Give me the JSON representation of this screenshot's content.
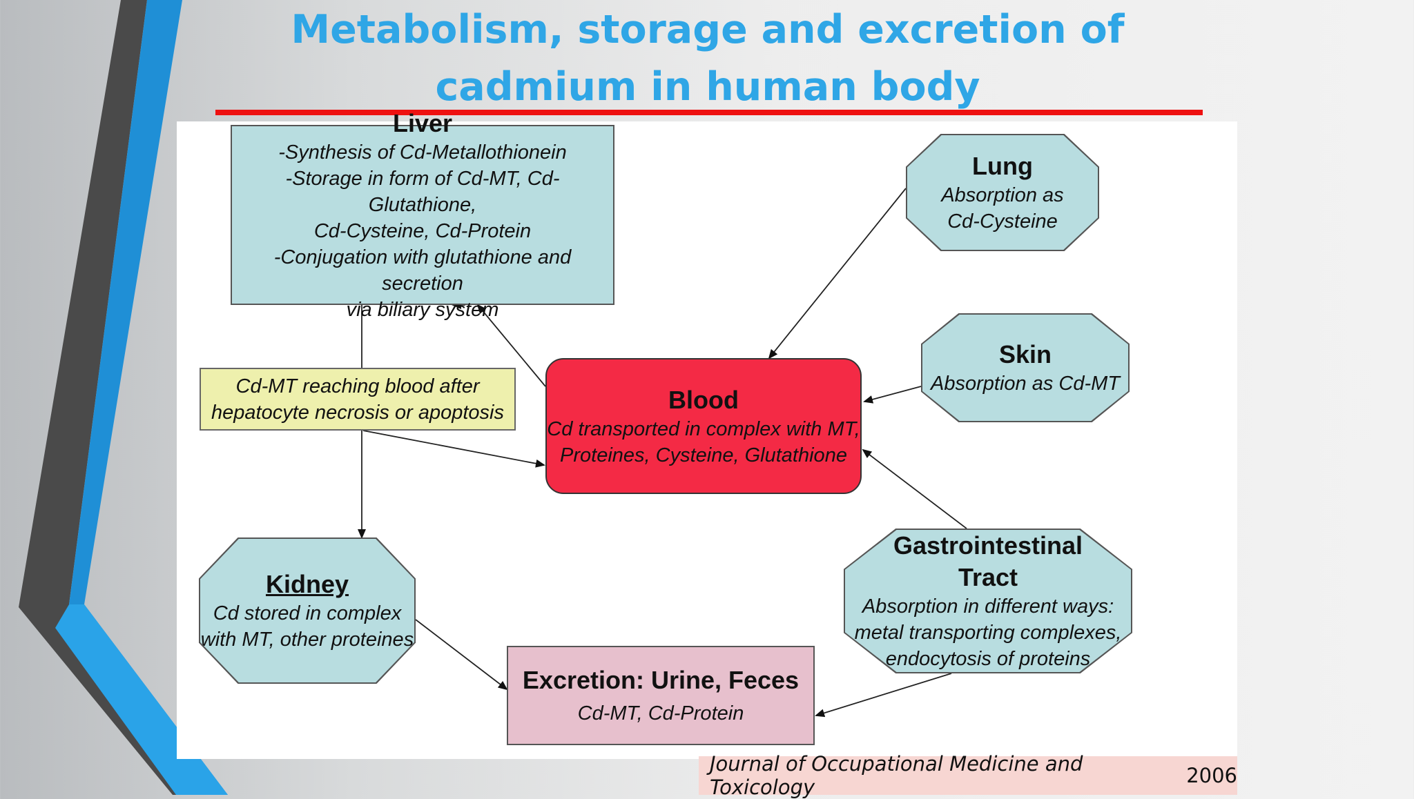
{
  "slide": {
    "title": "Metabolism, storage and excretion of cadmium in human body",
    "citation_journal": "Journal of Occupational Medicine and Toxicology",
    "citation_year": "2006"
  },
  "diagram": {
    "nodes": {
      "liver": {
        "title": "Liver",
        "lines": [
          "-Synthesis of Cd-Metallothionein",
          "-Storage in form of Cd-MT, Cd-Glutathione,",
          "Cd-Cysteine, Cd-Protein",
          "-Conjugation with glutathione and secretion",
          "via biliary system"
        ]
      },
      "note": {
        "lines": [
          "Cd-MT reaching blood after",
          "hepatocyte necrosis or apoptosis"
        ]
      },
      "blood": {
        "title": "Blood",
        "lines": [
          "Cd transported in complex with MT,",
          "Proteines, Cysteine, Glutathione"
        ]
      },
      "lung": {
        "title": "Lung",
        "lines": [
          "Absorption as",
          "Cd-Cysteine"
        ]
      },
      "skin": {
        "title": "Skin",
        "lines": [
          "Absorption as Cd-MT"
        ]
      },
      "kidney": {
        "title": "Kidney",
        "lines": [
          "Cd stored in complex",
          "with MT, other proteines"
        ]
      },
      "gi": {
        "title_lines": [
          "Gastrointestinal",
          "Tract"
        ],
        "lines": [
          "Absorption in different ways:",
          "metal transporting complexes,",
          "endocytosis of proteins"
        ]
      },
      "excretion": {
        "title": "Excretion: Urine, Feces",
        "lines": [
          "Cd-MT, Cd-Protein"
        ]
      }
    },
    "edges": [
      {
        "from": "blood",
        "to": "liver"
      },
      {
        "from": "lung",
        "to": "blood"
      },
      {
        "from": "skin",
        "to": "blood"
      },
      {
        "from": "gi",
        "to": "blood"
      },
      {
        "from": "liver",
        "to": "kidney"
      },
      {
        "from": "note",
        "to": "blood"
      },
      {
        "from": "kidney",
        "to": "excretion"
      },
      {
        "from": "gi",
        "to": "excretion"
      }
    ]
  },
  "colors": {
    "title": "#2fa6e6",
    "rule": "#ee1111",
    "organ_fill": "#b8dde0",
    "blood_fill": "#f42a45",
    "note_fill": "#eef0ad",
    "excretion_fill": "#e7c0cd",
    "citation_fill": "#f7d6d2"
  }
}
